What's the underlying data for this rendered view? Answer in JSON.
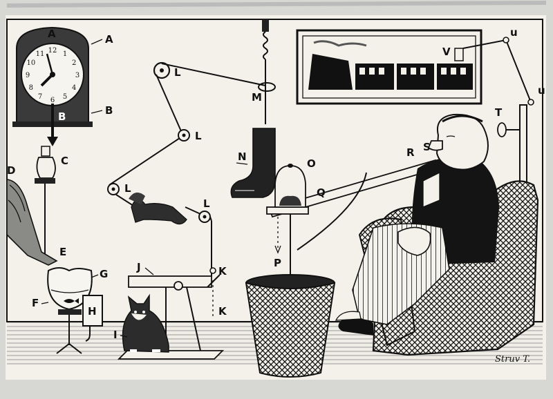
{
  "labels": {
    "a": "A",
    "b": "B",
    "c": "C",
    "d": "D",
    "e": "E",
    "f": "F",
    "g": "G",
    "h": "H",
    "i": "I",
    "j": "J",
    "k1": "K",
    "k2": "K",
    "l1": "L",
    "l2": "L",
    "l3": "L",
    "l4": "L",
    "m": "M",
    "n": "N",
    "o": "O",
    "p": "P",
    "q": "Q",
    "r": "R",
    "s": "S",
    "t": "T",
    "u1": "u",
    "u2": "u",
    "v": "V"
  },
  "signature": "Struv T.",
  "clock": {
    "numerals": [
      "12",
      "1",
      "2",
      "3",
      "4",
      "5",
      "6",
      "7",
      "8",
      "9",
      "10",
      "11"
    ]
  }
}
